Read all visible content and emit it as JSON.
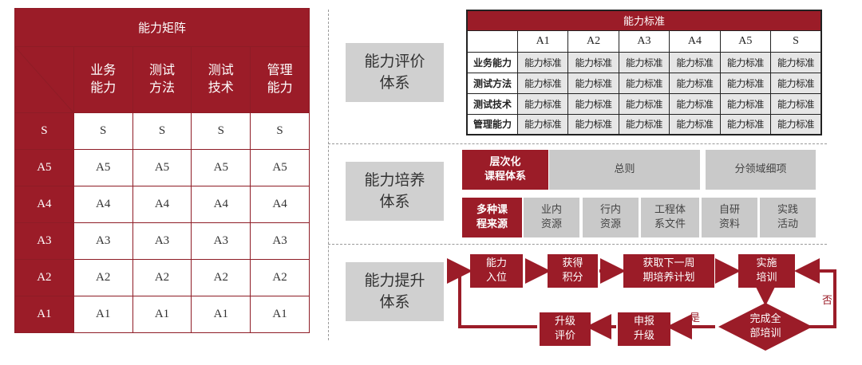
{
  "matrix": {
    "title": "能力矩阵",
    "columns": [
      "业务\n能力",
      "测试\n方法",
      "测试\n技术",
      "管理\n能力"
    ],
    "rows": [
      {
        "level": "S",
        "cells": [
          "S",
          "S",
          "S",
          "S"
        ]
      },
      {
        "level": "A5",
        "cells": [
          "A5",
          "A5",
          "A5",
          "A5"
        ]
      },
      {
        "level": "A4",
        "cells": [
          "A4",
          "A4",
          "A4",
          "A4"
        ]
      },
      {
        "level": "A3",
        "cells": [
          "A3",
          "A3",
          "A3",
          "A3"
        ]
      },
      {
        "level": "A2",
        "cells": [
          "A2",
          "A2",
          "A2",
          "A2"
        ]
      },
      {
        "level": "A1",
        "cells": [
          "A1",
          "A1",
          "A1",
          "A1"
        ]
      }
    ]
  },
  "sections": {
    "evaluation": "能力评价\n体系",
    "training": "能力培养\n体系",
    "improvement": "能力提升\n体系"
  },
  "standards": {
    "title": "能力标准",
    "levels": [
      "A1",
      "A2",
      "A3",
      "A4",
      "A5",
      "S"
    ],
    "rows": [
      {
        "name": "业务能力",
        "cells": [
          "能力标准",
          "能力标准",
          "能力标准",
          "能力标准",
          "能力标准",
          "能力标准"
        ]
      },
      {
        "name": "测试方法",
        "cells": [
          "能力标准",
          "能力标准",
          "能力标准",
          "能力标准",
          "能力标准",
          "能力标准"
        ]
      },
      {
        "name": "测试技术",
        "cells": [
          "能力标准",
          "能力标准",
          "能力标准",
          "能力标准",
          "能力标准",
          "能力标准"
        ]
      },
      {
        "name": "管理能力",
        "cells": [
          "能力标准",
          "能力标准",
          "能力标准",
          "能力标准",
          "能力标准",
          "能力标准"
        ]
      }
    ]
  },
  "training": {
    "course_system": "层次化\n课程体系",
    "general": "总则",
    "domain_details": "分领域细项",
    "sources_label": "多种课\n程来源",
    "sources": [
      "业内\n资源",
      "行内\n资源",
      "工程体\n系文件",
      "自研\n资料",
      "实践\n活动"
    ]
  },
  "flow": {
    "entry": "能力\n入位",
    "earn_points": "获得\n积分",
    "next_plan": "获取下一周\n期培养计划",
    "implement": "实施\n培训",
    "decision": "完成全\n部培训",
    "yes": "是",
    "no": "否",
    "apply": "申报\n升级",
    "upgrade_eval": "升级\n评价"
  },
  "colors": {
    "accent": "#9b1c28",
    "grey": "#c9c9c9",
    "label_grey": "#d0d0d0"
  }
}
